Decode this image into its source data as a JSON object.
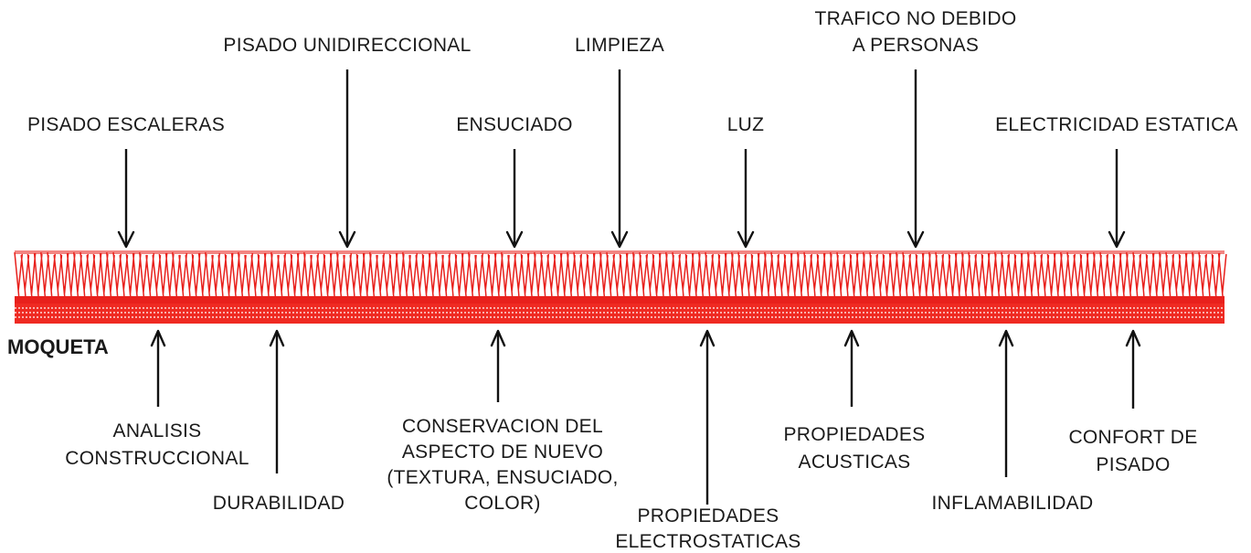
{
  "carpet_label": "MOQUETA",
  "colors": {
    "pile": "#e8201c",
    "backing": "#ef2a22",
    "ink": "#111111"
  },
  "top_factors": [
    {
      "id": "pisado-escaleras",
      "lines": [
        "PISADO ESCALERAS"
      ]
    },
    {
      "id": "pisado-unidireccional",
      "lines": [
        "PISADO UNIDIRECCIONAL"
      ]
    },
    {
      "id": "ensuciado",
      "lines": [
        "ENSUCIADO"
      ]
    },
    {
      "id": "limpieza",
      "lines": [
        "LIMPIEZA"
      ]
    },
    {
      "id": "luz",
      "lines": [
        "LUZ"
      ]
    },
    {
      "id": "trafico",
      "lines": [
        "TRAFICO NO DEBIDO",
        "A PERSONAS"
      ]
    },
    {
      "id": "electricidad-estatica",
      "lines": [
        "ELECTRICIDAD ESTATICA"
      ]
    }
  ],
  "bottom_properties": [
    {
      "id": "analisis-construccional",
      "lines": [
        "ANALISIS",
        "CONSTRUCCIONAL"
      ]
    },
    {
      "id": "durabilidad",
      "lines": [
        "DURABILIDAD"
      ]
    },
    {
      "id": "conservacion",
      "lines": [
        "CONSERVACION DEL",
        "ASPECTO DE NUEVO",
        "(TEXTURA, ENSUCIADO,",
        "COLOR)"
      ]
    },
    {
      "id": "propiedades-electrostaticas",
      "lines": [
        "PROPIEDADES",
        "ELECTROSTATICAS"
      ]
    },
    {
      "id": "propiedades-acusticas",
      "lines": [
        "PROPIEDADES",
        "ACUSTICAS"
      ]
    },
    {
      "id": "inflamabilidad",
      "lines": [
        "INFLAMABILIDAD"
      ]
    },
    {
      "id": "confort-de-pisado",
      "lines": [
        "CONFORT DE",
        "PISADO"
      ]
    }
  ]
}
